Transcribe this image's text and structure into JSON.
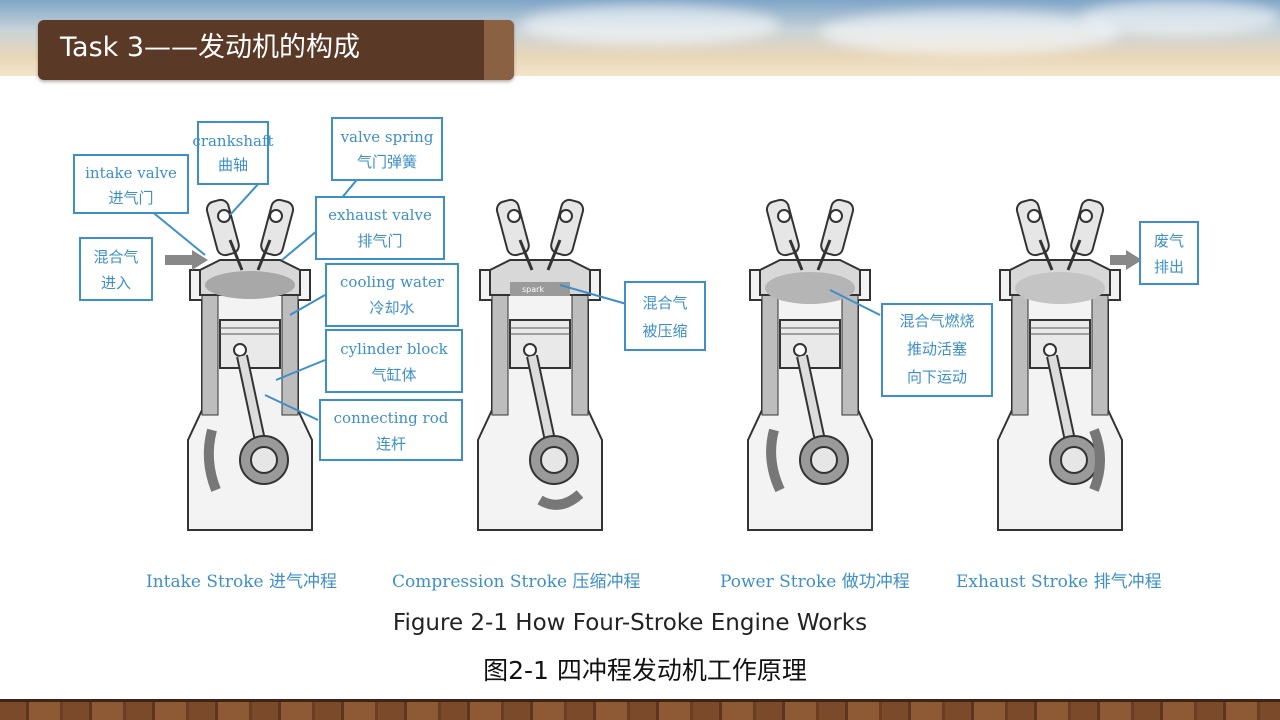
{
  "title": "Task 3——发动机的构成",
  "labels": {
    "crankshaft": [
      "crankshaft",
      "曲轴"
    ],
    "valve_spring": [
      "valve spring",
      "气门弹簧"
    ],
    "intake_valve": [
      "intake valve",
      "进气门"
    ],
    "exhaust_valve": [
      "exhaust valve",
      "排气门"
    ],
    "mixture_in": [
      "混合气",
      "进入"
    ],
    "cooling_water": [
      "cooling water",
      "冷却水"
    ],
    "cylinder_block": [
      "cylinder block",
      "气缸体"
    ],
    "connecting_rod": [
      "connecting rod",
      "连杆"
    ],
    "compressed": [
      "混合气",
      "被压缩"
    ],
    "spark": "spark",
    "combustion": [
      "混合气燃烧",
      "推动活塞",
      "向下运动"
    ],
    "exhaust_out": [
      "废气",
      "排出"
    ]
  },
  "strokes": [
    "Intake Stroke 进气冲程",
    "Compression Stroke 压缩冲程",
    "Power Stroke 做功冲程",
    "Exhaust Stroke 排气冲程"
  ],
  "caption_en": "Figure 2-1  How Four-Stroke Engine Works",
  "caption_zh": "图2-1  四冲程发动机工作原理",
  "colors": {
    "label_blue": "#3d8fc9",
    "title_bg": "#5a3a26",
    "engine_gray": "#8c8c8c"
  }
}
